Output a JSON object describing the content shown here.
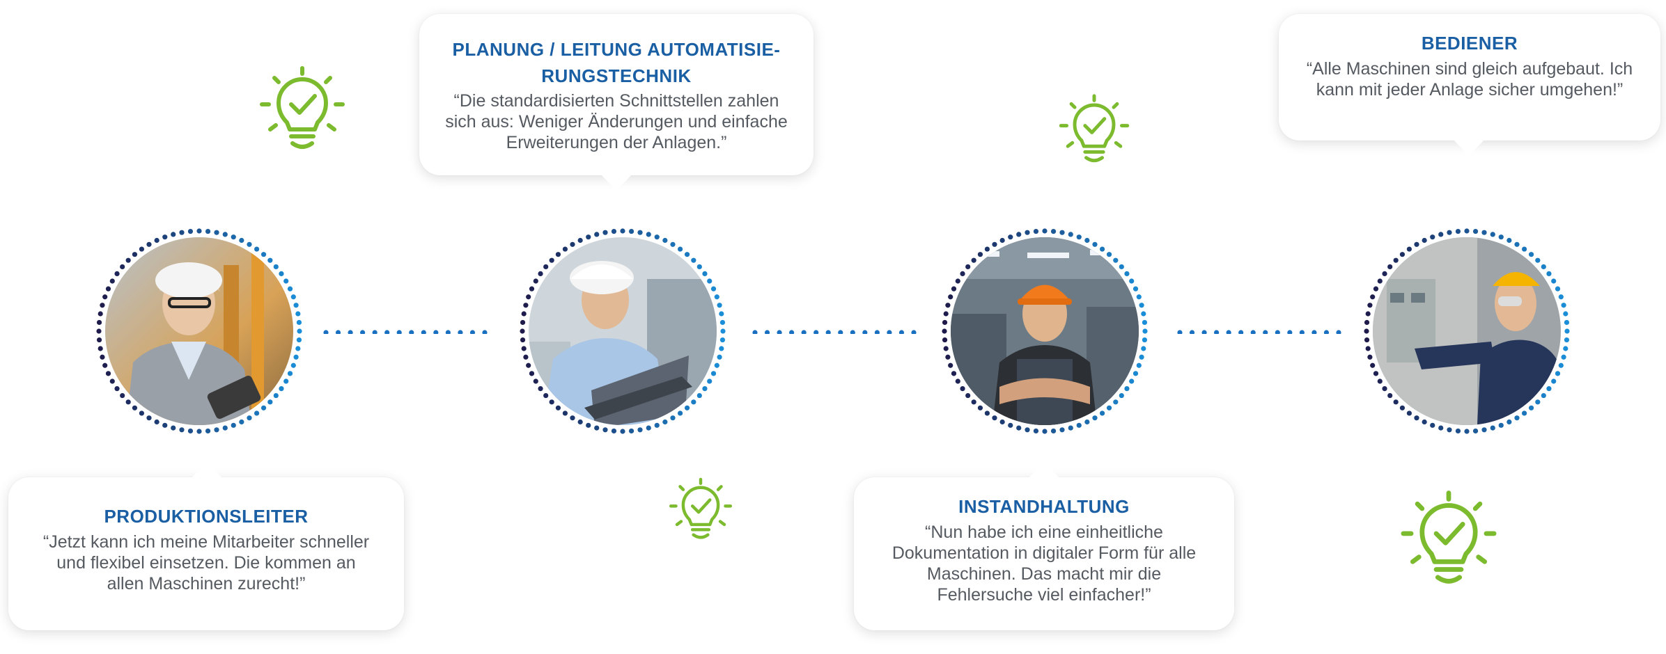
{
  "colors": {
    "title_blue": "#1a5fa3",
    "bulb_green": "#7cba2e",
    "ring_dark": "#1e1b4b",
    "ring_light": "#1a8ed8",
    "connector": "#1a70c0",
    "quote_gray": "#555a60"
  },
  "cards": {
    "planung": {
      "title": "PLANUNG / LEITUNG AUTOMATISIE-RUNGSTECHNIK",
      "quote": "“Die standardisierten Schnittstellen zahlen sich aus: Weniger Änderungen und einfache Erweiterungen der Anlagen.”"
    },
    "bediener": {
      "title": "BEDIENER",
      "quote": "“Alle Maschinen sind gleich aufgebaut. Ich kann mit jeder Anlage sicher umgehen!”"
    },
    "produktionsleiter": {
      "title": "PRODUKTIONSLEITER",
      "quote": "“Jetzt kann ich meine Mitarbeiter schneller und flexibel einsetzen. Die kommen an allen Maschinen zurecht!”"
    },
    "instandhaltung": {
      "title": "INSTANDHALTUNG",
      "quote": "“Nun habe ich eine einheitliche Dokumentation in digitaler Form für alle Maschinen. Das macht mir die Fehlersuche viel einfacher!”"
    }
  },
  "icons": {
    "bulb": "lightbulb-check-icon"
  }
}
